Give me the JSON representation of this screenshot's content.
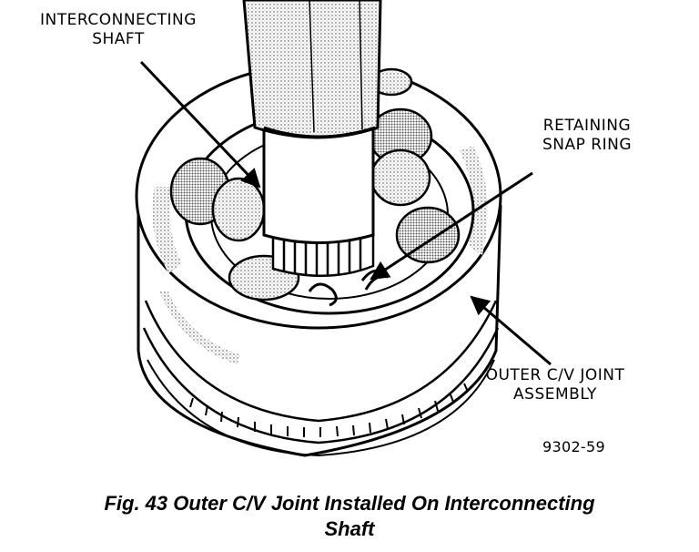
{
  "labels": {
    "interconnecting_shaft": [
      "INTERCONNECTING",
      "SHAFT"
    ],
    "retaining_snap_ring": [
      "RETAINING",
      "SNAP RING"
    ],
    "outer_cv_joint_assembly": [
      "OUTER C/V JOINT",
      "ASSEMBLY"
    ]
  },
  "figure_id": "9302-59",
  "caption": [
    "Fig. 43 Outer C/V Joint Installed On Interconnecting",
    "Shaft"
  ]
}
